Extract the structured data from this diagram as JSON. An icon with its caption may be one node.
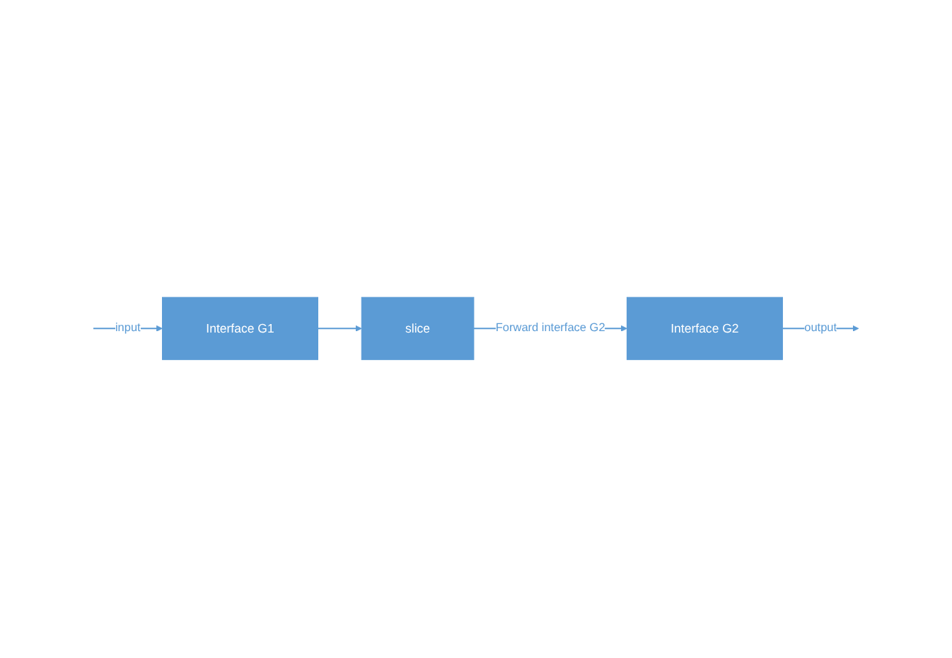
{
  "diagram": {
    "nodes": [
      {
        "text": [
          "Interface G1"
        ]
      },
      {
        "text": [
          "Interface G2"
        ]
      },
      {
        "text": [
          "slice"
        ]
      }
    ],
    "edges": [
      {
        "from": null,
        "to": 0,
        "arrow": "to",
        "label": "input"
      },
      {
        "from": 0,
        "to": 2,
        "arrow": "to"
      },
      {
        "from": 2,
        "to": 1,
        "arrow": "to",
        "label": "Forward interface G2"
      },
      {
        "from": 1,
        "to": null,
        "arrow": "to",
        "label": "output"
      }
    ]
  }
}
